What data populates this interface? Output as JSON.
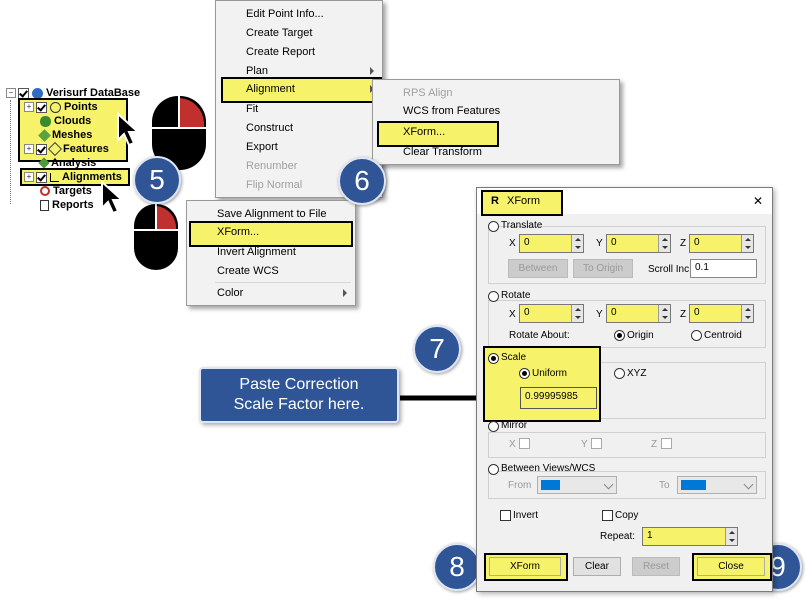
{
  "tree": {
    "root": "Verisurf DataBase",
    "items": [
      {
        "label": "Points",
        "icon": "point-icon"
      },
      {
        "label": "Clouds",
        "icon": "cloud-icon"
      },
      {
        "label": "Meshes",
        "icon": "mesh-icon"
      },
      {
        "label": "Features",
        "icon": "feature-icon"
      },
      {
        "label": "Analysis",
        "icon": "analysis-icon"
      },
      {
        "label": "Alignments",
        "icon": "alignment-icon"
      },
      {
        "label": "Targets",
        "icon": "target-icon"
      },
      {
        "label": "Reports",
        "icon": "report-icon"
      }
    ]
  },
  "point_menu": {
    "items": [
      "Edit Point Info...",
      "Create Target",
      "Create Report",
      "Plan",
      "Alignment",
      "Fit",
      "Construct",
      "Export",
      "Renumber",
      "Flip Normal"
    ]
  },
  "alignment_submenu": {
    "items": [
      "RPS Align",
      "WCS from Features",
      "XForm...",
      "Clear Transform"
    ]
  },
  "alignment_context_menu": {
    "items": [
      "Save Alignment to File",
      "XForm...",
      "Invert Alignment",
      "Create WCS",
      "Color"
    ]
  },
  "callouts": {
    "step5": "5",
    "step6": "6",
    "step7": "7",
    "step8": "8",
    "step9": "9",
    "paste_line1": "Paste Correction",
    "paste_line2": "Scale Factor here."
  },
  "dialog": {
    "title": "XForm",
    "title_icon": "R",
    "close_glyph": "✕",
    "translate": {
      "label": "Translate",
      "x_label": "X",
      "y_label": "Y",
      "z_label": "Z",
      "x": "0",
      "y": "0",
      "z": "0",
      "between": "Between",
      "to_origin": "To Origin",
      "scroll_inc_label": "Scroll Inc",
      "scroll_inc": "0.1"
    },
    "rotate": {
      "label": "Rotate",
      "x_label": "X",
      "y_label": "Y",
      "z_label": "Z",
      "x": "0",
      "y": "0",
      "z": "0",
      "rotate_about": "Rotate About:",
      "origin": "Origin",
      "centroid": "Centroid"
    },
    "scale": {
      "label": "Scale",
      "uniform": "Uniform",
      "xyz": "XYZ",
      "value": "0.99995985"
    },
    "mirror": {
      "label": "Mirror",
      "x": "X",
      "y": "Y",
      "z": "Z"
    },
    "between_views": {
      "label": "Between Views/WCS",
      "from": "From",
      "to": "To"
    },
    "invert": "Invert",
    "copy": "Copy",
    "repeat_label": "Repeat:",
    "repeat": "1",
    "buttons": {
      "xform": "XForm",
      "clear": "Clear",
      "reset": "Reset",
      "close": "Close"
    }
  },
  "colors": {
    "highlight": "#f6f26a",
    "callout": "#2f5597",
    "mouse_button": "#c0302e"
  }
}
